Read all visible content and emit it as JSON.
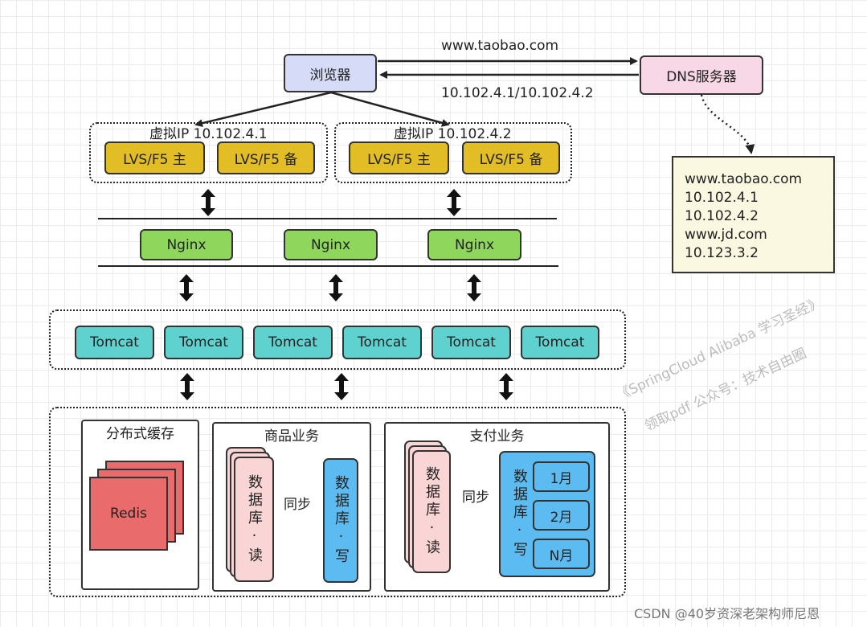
{
  "browser": {
    "label": "浏览器"
  },
  "dns_server": {
    "label": "DNS服务器"
  },
  "edges": {
    "query": "www.taobao.com",
    "reply": "10.102.4.1/10.102.4.2"
  },
  "vip_groups": [
    {
      "label": "虚拟IP 10.102.4.1",
      "master": "LVS/F5 主",
      "backup": "LVS/F5 备"
    },
    {
      "label": "虚拟IP 10.102.4.2",
      "master": "LVS/F5 主",
      "backup": "LVS/F5 备"
    }
  ],
  "nginx": [
    "Nginx",
    "Nginx",
    "Nginx"
  ],
  "tomcats": [
    "Tomcat",
    "Tomcat",
    "Tomcat",
    "Tomcat",
    "Tomcat",
    "Tomcat"
  ],
  "dns_records": [
    "www.taobao.com",
    "10.102.4.1",
    "10.102.4.2",
    "www.jd.com",
    "10.123.3.2"
  ],
  "cache": {
    "title": "分布式缓存",
    "redis": "Redis"
  },
  "goods": {
    "title": "商品业务",
    "read": "数据库·读",
    "write": "数据库·写",
    "sync": "同步"
  },
  "pay": {
    "title": "支付业务",
    "read": "数据库·读",
    "write": "数据库·写",
    "sync": "同步",
    "months": [
      "1月",
      "2月",
      "N月"
    ]
  },
  "watermark": {
    "line1": "《SpringCloud Alibaba 学习圣经》",
    "line2": "领取pdf 公众号：技术自由圈"
  },
  "credit": "CSDN @40岁资深老架构师尼恩",
  "colors": {
    "browser": "#d6dbf7",
    "dns": "#f8d7e6",
    "lvs": "#e3bd26",
    "nginx": "#8fd65d",
    "tomcat": "#5fd2d0",
    "redis": "#ea6b6b",
    "db_read": "#f9d5d5",
    "db_write": "#5cbcf2",
    "note": "#fbf8e2"
  }
}
